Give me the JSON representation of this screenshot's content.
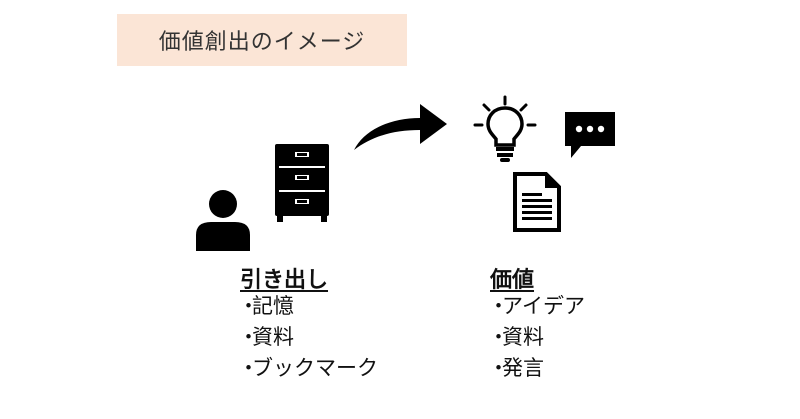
{
  "title": "価値創出のイメージ",
  "source": {
    "heading": "引き出し",
    "items": [
      "記憶",
      "資料",
      "ブックマーク"
    ]
  },
  "value": {
    "heading": "価値",
    "items": [
      "アイデア",
      "資料",
      "発言"
    ]
  },
  "bullet": "・",
  "colors": {
    "title_bg": "#fbe5d6",
    "icon": "#000000"
  },
  "icons": [
    "person-icon",
    "file-cabinet-icon",
    "curved-arrow-icon",
    "lightbulb-icon",
    "speech-bubble-icon",
    "document-icon"
  ]
}
